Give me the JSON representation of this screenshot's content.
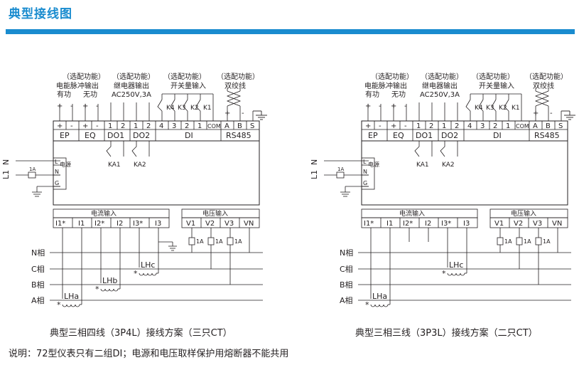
{
  "header": {
    "title": "典型接线图"
  },
  "diagram": {
    "optional_label": "（选配功能）",
    "pulse_label": "电能脉冲输出",
    "active_label": "有功",
    "reactive_label": "无功",
    "relay_label": "继电器输出",
    "relay_rating": "AC250V,3A",
    "switch_label": "开关量输入",
    "twisted_label": "双绞线",
    "plus": "+",
    "minus": "-",
    "term_one": "1",
    "term_two": "2",
    "term_three": "3",
    "term_four": "4",
    "term_com": "COM",
    "term_a": "A",
    "term_b": "B",
    "term_s": "S",
    "group_ep": "EP",
    "group_eq": "EQ",
    "group_do1": "DO1",
    "group_do2": "DO2",
    "group_di": "DI",
    "group_rs485": "RS485",
    "k4": "K4",
    "k3": "K3",
    "k2": "K2",
    "k1": "K1",
    "ka1": "KA1",
    "ka2": "KA2",
    "power_label": "电源",
    "pin_l": "L",
    "pin_n": "N",
    "pin_g": "G",
    "line_l1": "L1",
    "line_n": "N",
    "fuse": "1A",
    "current_input": "电流输入",
    "voltage_input": "电压输入",
    "i1s": "I1*",
    "i1": "I1",
    "i2s": "I2*",
    "i2": "I2",
    "i3s": "I3*",
    "i3": "I3",
    "v1": "V1",
    "v2": "V2",
    "v3": "V3",
    "vn": "VN",
    "phase_n": "N相",
    "phase_c": "C相",
    "phase_b": "B相",
    "phase_a": "A相",
    "lha": "LHa",
    "lhb": "LHb",
    "lhc": "LHc",
    "star": "*"
  },
  "captions": {
    "left": "典型三相四线（3P4L）接线方案（三只CT）",
    "right": "典型三相三线（3P3L）接线方案（二只CT）"
  },
  "note": "说明：72型仪表只有二组DI；电源和电压取样保护用熔断器不能共用"
}
